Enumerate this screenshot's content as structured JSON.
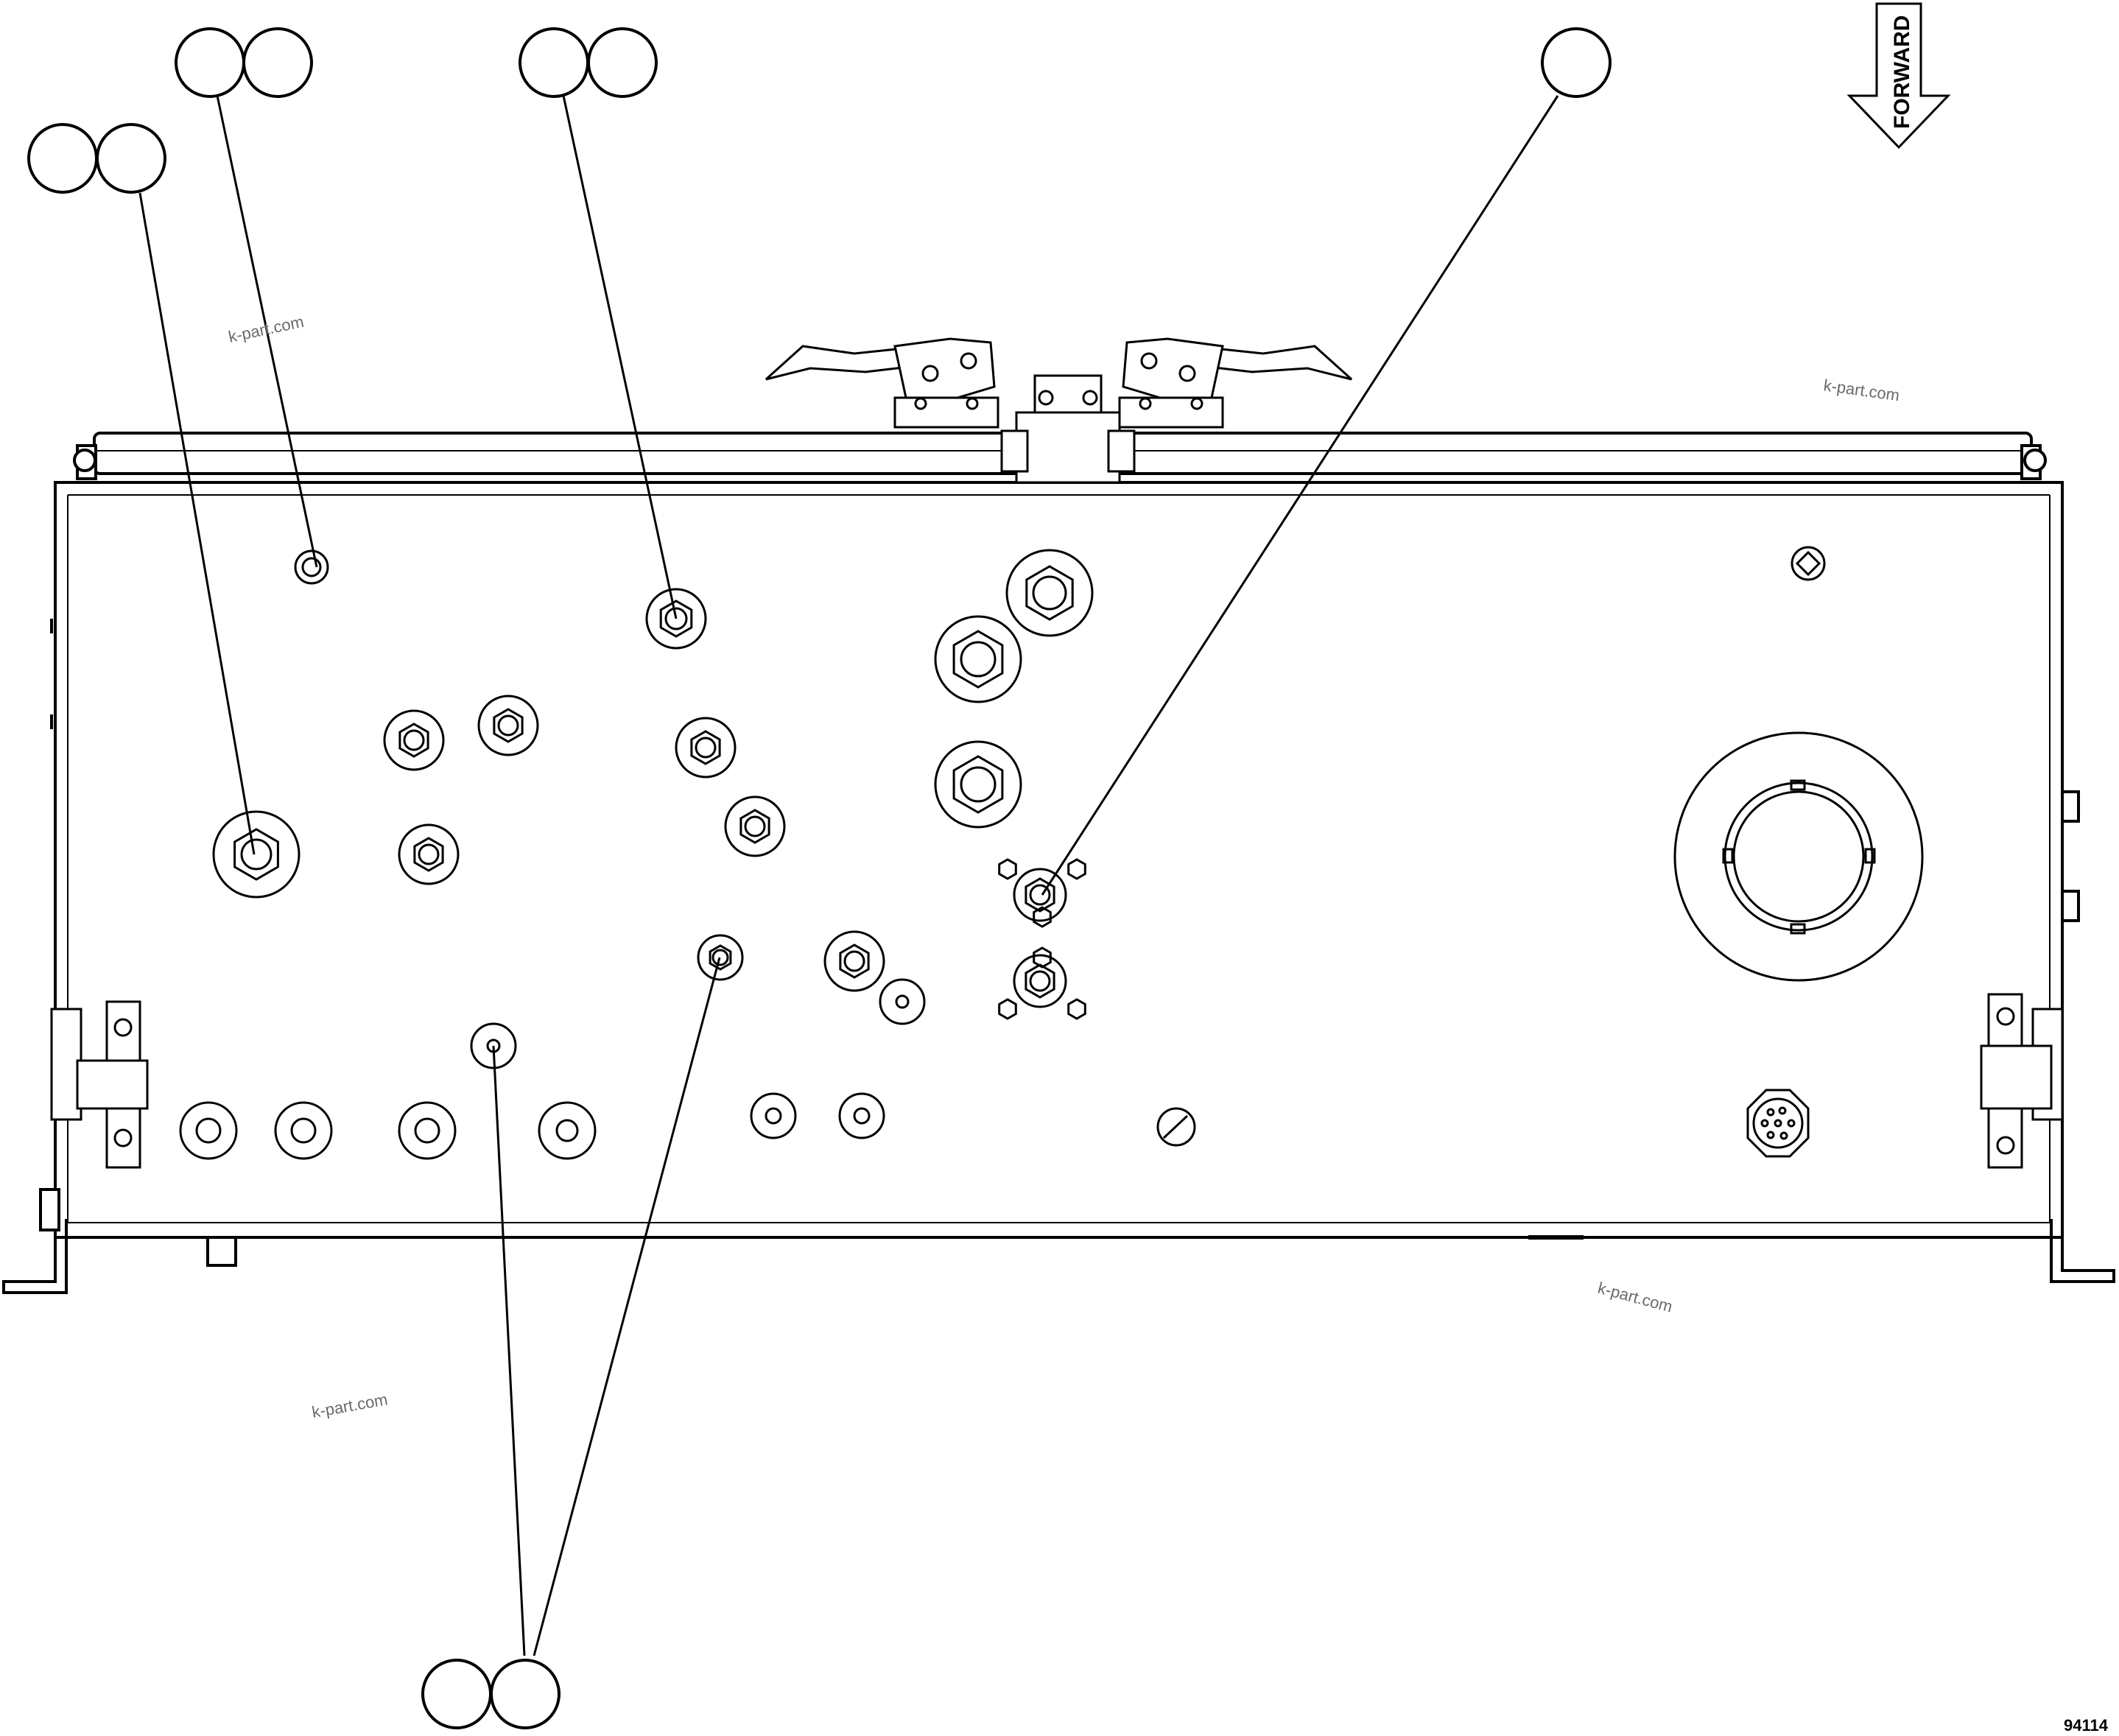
{
  "forward_arrow": {
    "label": "FORWARD"
  },
  "watermarks": [
    "k-part.com",
    "k-part.com",
    "k-part.com",
    "k-part.com"
  ],
  "figure_number": "94114",
  "callouts": [
    {
      "name": "callout-pair-upper-left",
      "count": 2
    },
    {
      "name": "callout-pair-upper-middle",
      "count": 2
    },
    {
      "name": "callout-pair-left",
      "count": 2
    },
    {
      "name": "callout-single-upper-right",
      "count": 1
    },
    {
      "name": "callout-pair-bottom",
      "count": 2
    }
  ],
  "colors": {
    "line": "#000000",
    "background": "#ffffff",
    "watermark": "#6a6a6a"
  }
}
